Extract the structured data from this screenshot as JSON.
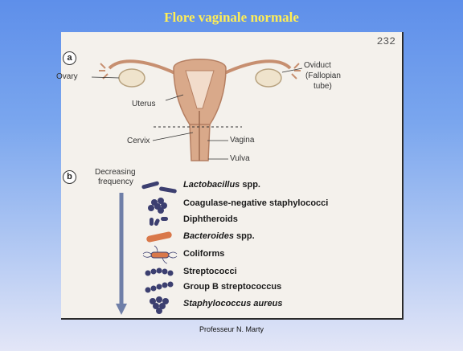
{
  "slide": {
    "title": "Flore vaginale normale",
    "credit": "Professeur N. Marty"
  },
  "figure": {
    "page_number": "232",
    "panel_a": "a",
    "panel_b": "b",
    "anatomy_labels": {
      "ovary": "Ovary",
      "oviduct": "Oviduct",
      "fallopian": "(Fallopian",
      "tube": "tube)",
      "uterus": "Uterus",
      "cervix": "Cervix",
      "vagina": "Vagina",
      "vulva": "Vulva"
    },
    "frequency_label_1": "Decreasing",
    "frequency_label_2": "frequency",
    "organisms": [
      {
        "italic": "Lactobacillus",
        "rest": " spp.",
        "icon": "rod-pair-icon"
      },
      {
        "italic": "",
        "rest": "Coagulase-negative staphylococci",
        "icon": "cocci-cluster-icon"
      },
      {
        "italic": "",
        "rest": "Diphtheroids",
        "icon": "diphtheroid-icon"
      },
      {
        "italic": "Bacteroides",
        "rest": " spp.",
        "icon": "rod-icon"
      },
      {
        "italic": "",
        "rest": "Coliforms",
        "icon": "flagellated-rod-icon"
      },
      {
        "italic": "",
        "rest": "Streptococci",
        "icon": "cocci-chain-icon"
      },
      {
        "italic": "",
        "rest": "Group B streptococcus",
        "icon": "cocci-chain-icon"
      },
      {
        "italic": "Staphylococcus aureus",
        "rest": "",
        "icon": "cocci-cluster-icon"
      }
    ],
    "colors": {
      "uterus": "#d9a98a",
      "bacteria": "#3c3f70",
      "bacteroides": "#d9784a",
      "arrow": "#6f7fa8"
    }
  }
}
